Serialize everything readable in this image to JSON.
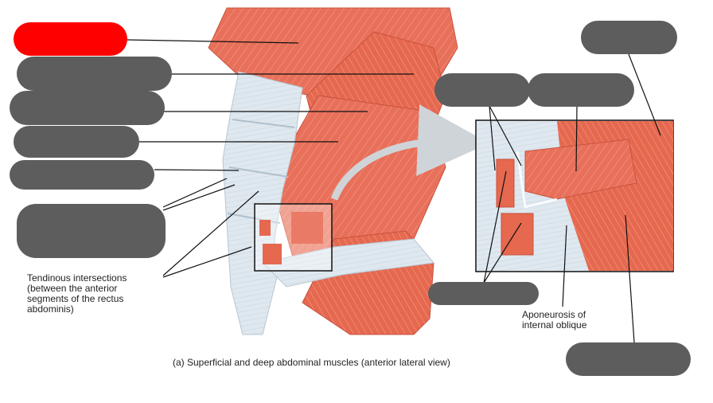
{
  "diagram": {
    "caption": "(a) Superficial and deep abdominal muscles (anterior lateral view)",
    "labels": {
      "tendinous": [
        "Tendinous intersections",
        "(between the anterior",
        "segments of the rectus",
        "abdominis)"
      ],
      "aponeurosis": [
        "Aponeurosis of",
        "internal oblique"
      ]
    },
    "colors": {
      "muscle": "#e8705a",
      "muscle_dark": "#c9523e",
      "tendon": "#d9e4ec",
      "blank_label": "#5d5d5d",
      "active_label": "#ff0000",
      "leader": "#111111"
    },
    "blank_labels": [
      {
        "id": "label-1",
        "state": "active"
      },
      {
        "id": "label-2",
        "state": "blank"
      },
      {
        "id": "label-3",
        "state": "blank"
      },
      {
        "id": "label-4",
        "state": "blank"
      },
      {
        "id": "label-5",
        "state": "blank"
      },
      {
        "id": "label-6",
        "state": "blank"
      },
      {
        "id": "label-7",
        "state": "blank"
      },
      {
        "id": "label-8",
        "state": "blank"
      },
      {
        "id": "label-9",
        "state": "blank"
      },
      {
        "id": "label-10",
        "state": "blank"
      },
      {
        "id": "label-11",
        "state": "blank"
      }
    ]
  }
}
